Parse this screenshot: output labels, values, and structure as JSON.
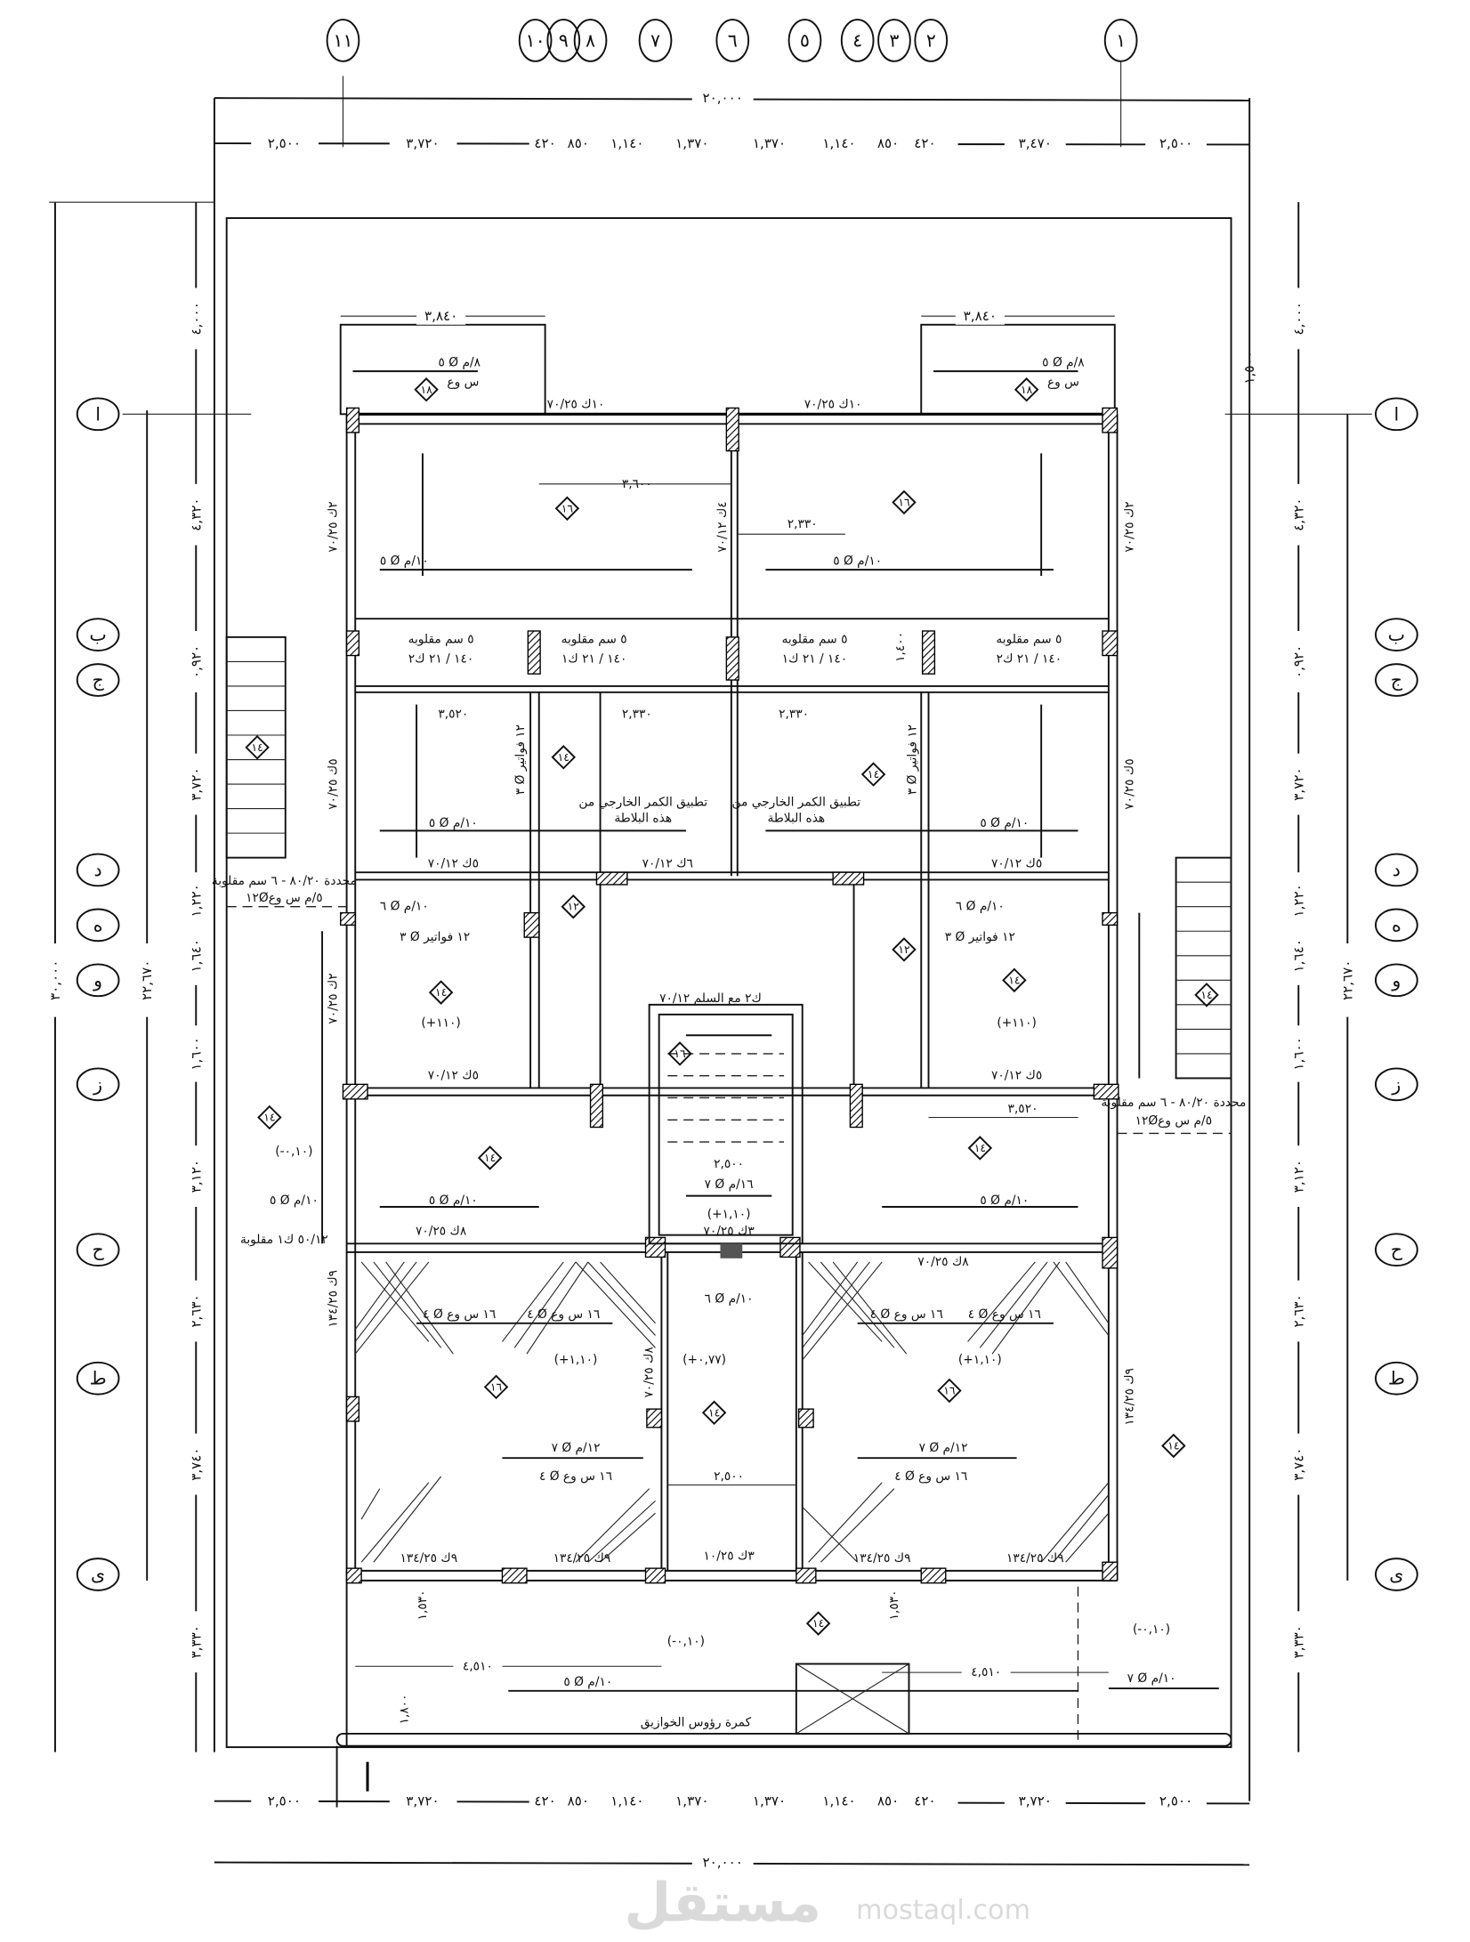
{
  "column_axes": [
    "١١",
    "١٠",
    "٩",
    "٨",
    "٧",
    "٦",
    "٥",
    "٤",
    "٣",
    "٢",
    "١"
  ],
  "row_axes": [
    "ا",
    "ب",
    "ج",
    "د",
    "ه",
    "و",
    "ز",
    "ح",
    "ط",
    "ى"
  ],
  "dims_top": {
    "overall": "٢٠,٠٠٠",
    "segments": [
      "٢,٥٠٠",
      "٣,٧٢٠",
      "٤٢٠",
      "٨٥٠",
      "١,١٤٠",
      "١,٣٧٠",
      "١,٣٧٠",
      "١,١٤٠",
      "٨٥٠",
      "٤٢٠",
      "٣,٤٧٠",
      "٢,٥٠٠"
    ]
  },
  "dims_bottom": {
    "overall": "٢٠,٠٠٠",
    "segments": [
      "٢,٥٠٠",
      "٣,٧٢٠",
      "٤٢٠",
      "٨٥٠",
      "١,١٤٠",
      "١,٣٧٠",
      "١,٣٧٠",
      "١,١٤٠",
      "٨٥٠",
      "٤٢٠",
      "٣,٧٢٠",
      "٢,٥٠٠"
    ]
  },
  "dims_left": {
    "overall": "٣٠,٠٠٠",
    "frame": "٢٢,٦٧٠",
    "segments": [
      "٤,٠٠٠",
      "٤,٣٢٠",
      "٠,٩٢٠",
      "٣,٧٢٠",
      "١,٢٢٠",
      "١,٦٤٠",
      "١,٦٠٠",
      "٣,١٢٠",
      "٢,٦٣٠",
      "٣,٧٤٠",
      "٣,٣٣٠"
    ]
  },
  "dims_right": {
    "frame": "٢٢,٦٧٠",
    "segments": [
      "٤,٠٠٠",
      "١,٥٠٠",
      "٤,٣٢٠",
      "٠,٩٢٠",
      "٣,٧٢٠",
      "١,٢٢٠",
      "١,٦٤٠",
      "١,٦٠٠",
      "٣,١٢٠",
      "٢,٦٣٠",
      "٣,٧٤٠",
      "٣,٣٣٠"
    ]
  },
  "notes": {
    "balcony_width": "٣,٨٤٠",
    "beam_k10": "١٠ك ٧٠/٢٥",
    "beam_k2": "٢ك ٧٠/٢٥",
    "beam_k4": "٤ك ٧٠/١٢",
    "beam_k5": "٥ك ٧٠/٢٥",
    "beam_k5b": "٥ك ٧٠/١٢",
    "beam_k6": "٦ك ٧٠/١٢",
    "beam_k8": "٨ك ٧٠/٢٥",
    "beam_k3": "٣ك ٧٠/٢٥",
    "beam_k3b": "٣ك ١٠/٢٥",
    "beam_k9": "٩ك ١٣٤/٢٥",
    "stair_beam": "ك٢ مع السلم ٧٠/١٢",
    "rebar_5_8": "٥ Ø ٨/م",
    "rebar_sw": "س وع",
    "rebar_5_10": "٥ Ø ١٠/م",
    "rebar_6_10": "٦ Ø ١٠/م",
    "rebar_7_10": "٧ Ø ١٠/م",
    "rebar_7_12": "٧ Ø ١٢/م",
    "rebar_7_16": "٧ Ø ١٦/م",
    "rebar_4_16": "٤ Ø ١٦ س وع",
    "rebar_3_12": "٣ Ø ١٢ فواتير",
    "span_3600": "٣,٦٠٠",
    "span_2330": "٢,٣٣٠",
    "span_3520": "٣,٥٢٠",
    "span_2500": "٢,٥٠٠",
    "span_4510": "٤,٥١٠",
    "span_1530": "١,٥٣٠",
    "span_1400": "١,٤٠٠",
    "span_1800": "١,٨٠٠",
    "inverted_5cm": "٥ سم مقلوبه",
    "k1_section": "١٤٠ / ٢١ ك١",
    "k2_section": "١٤٠ / ٢١ ك٢",
    "apply_outer_1": "تطبيق الكمر الخارجي من",
    "apply_outer_2": "هذه البلاطة",
    "level_110": "(+١١٠)",
    "level_1_10": "(+١,١٠)",
    "level_077": "(+٠,٧٧)",
    "level_minus_010": "(-٠,١٠)",
    "edge_beam_1": "محددة ٨٠/٢٠ - ٦ سم مقلوبة",
    "edge_beam_2": "١٢Ø٥/م س وع",
    "k1_inverted": "٥٠/١٢ ك١ مقلوبة",
    "pile_cap_beam": "كمرة رؤوس الخوازيق"
  },
  "slab_tags": [
    "١٨",
    "١٦",
    "١٤",
    "١٢"
  ],
  "watermark": {
    "brand": "مستقل",
    "url": "mostaql.com"
  }
}
